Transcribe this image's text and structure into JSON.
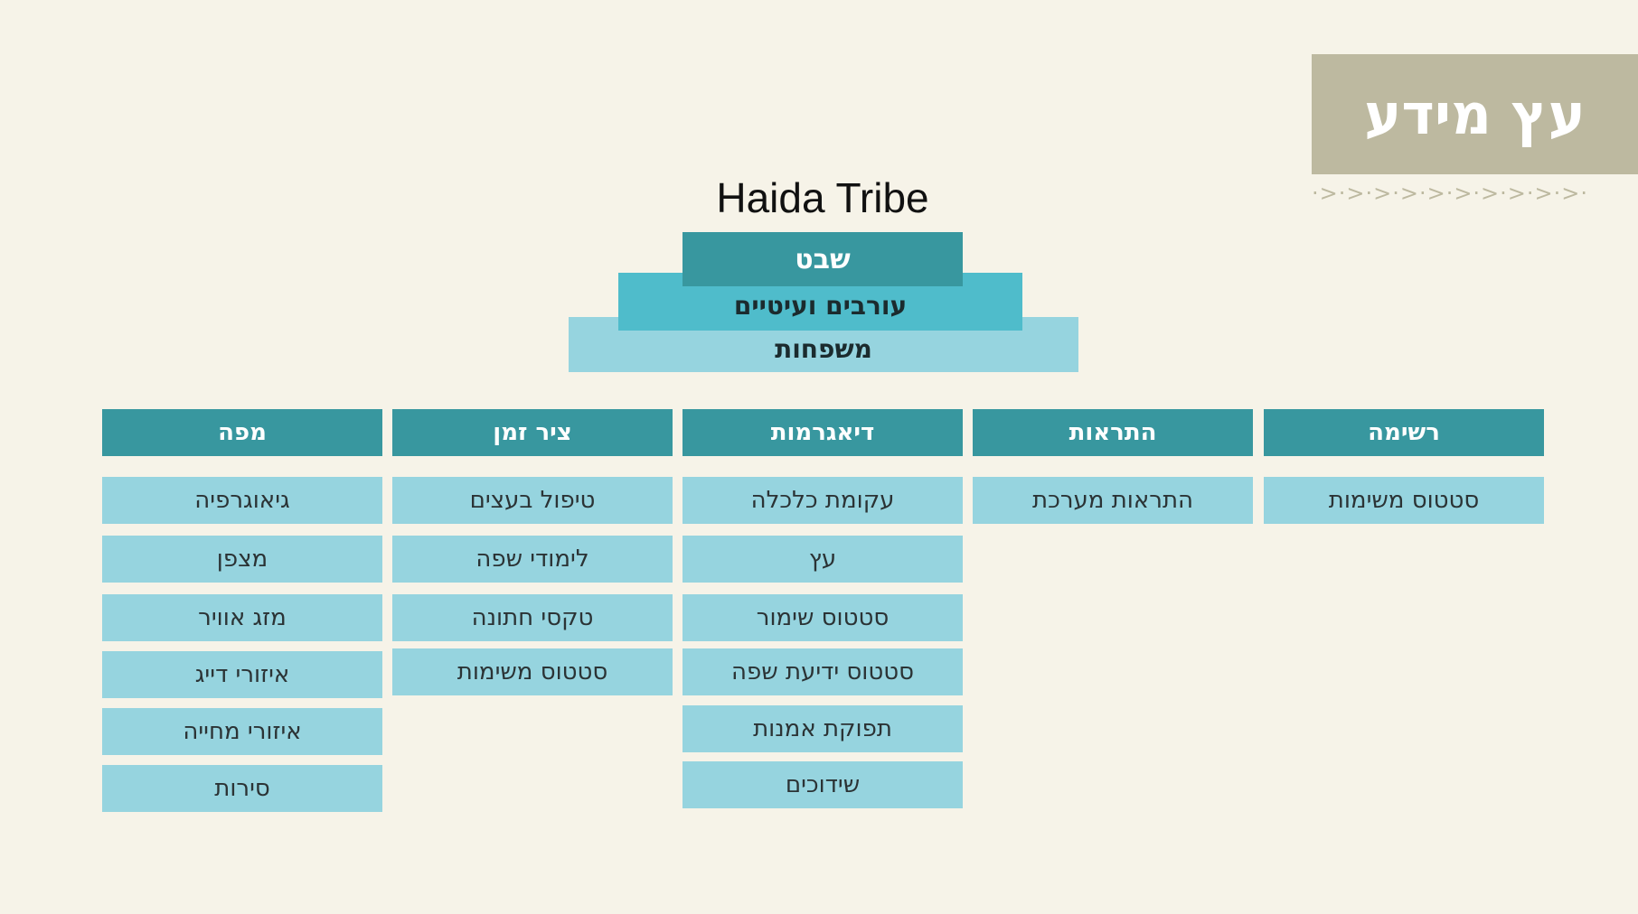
{
  "badge": {
    "title": "עץ מידע",
    "decoration": "·>·>·>·>·>·>·>·>·>·>·"
  },
  "tree": {
    "title": "Haida Tribe",
    "tiers": [
      "שבט",
      "עורבים ועיטיים",
      "משפחות"
    ]
  },
  "columns": [
    {
      "header": "רשימה",
      "items": [
        "סטטוס משימות"
      ]
    },
    {
      "header": "התראות",
      "items": [
        "התראות מערכת"
      ]
    },
    {
      "header": "דיאגרמות",
      "items": [
        "עקומת כלכלה",
        "עץ",
        "סטטוס שימור",
        "סטטוס ידיעת שפה",
        "תפוקת אמנות",
        "שידוכים"
      ]
    },
    {
      "header": "ציר זמן",
      "items": [
        "טיפול בעצים",
        "לימודי שפה",
        "טקסי חתונה",
        "סטטוס משימות"
      ]
    },
    {
      "header": "מפה",
      "items": [
        "גיאוגרפיה",
        "מצפן",
        "מזג אוויר",
        "איזורי דייג",
        "איזורי מחייה",
        "סירות"
      ]
    }
  ],
  "colors": {
    "background": "#f6f3e8",
    "dark_teal": "#38979f",
    "mid_teal": "#4fbccb",
    "light_teal": "#96d4df",
    "badge": "#bdb9a0"
  }
}
